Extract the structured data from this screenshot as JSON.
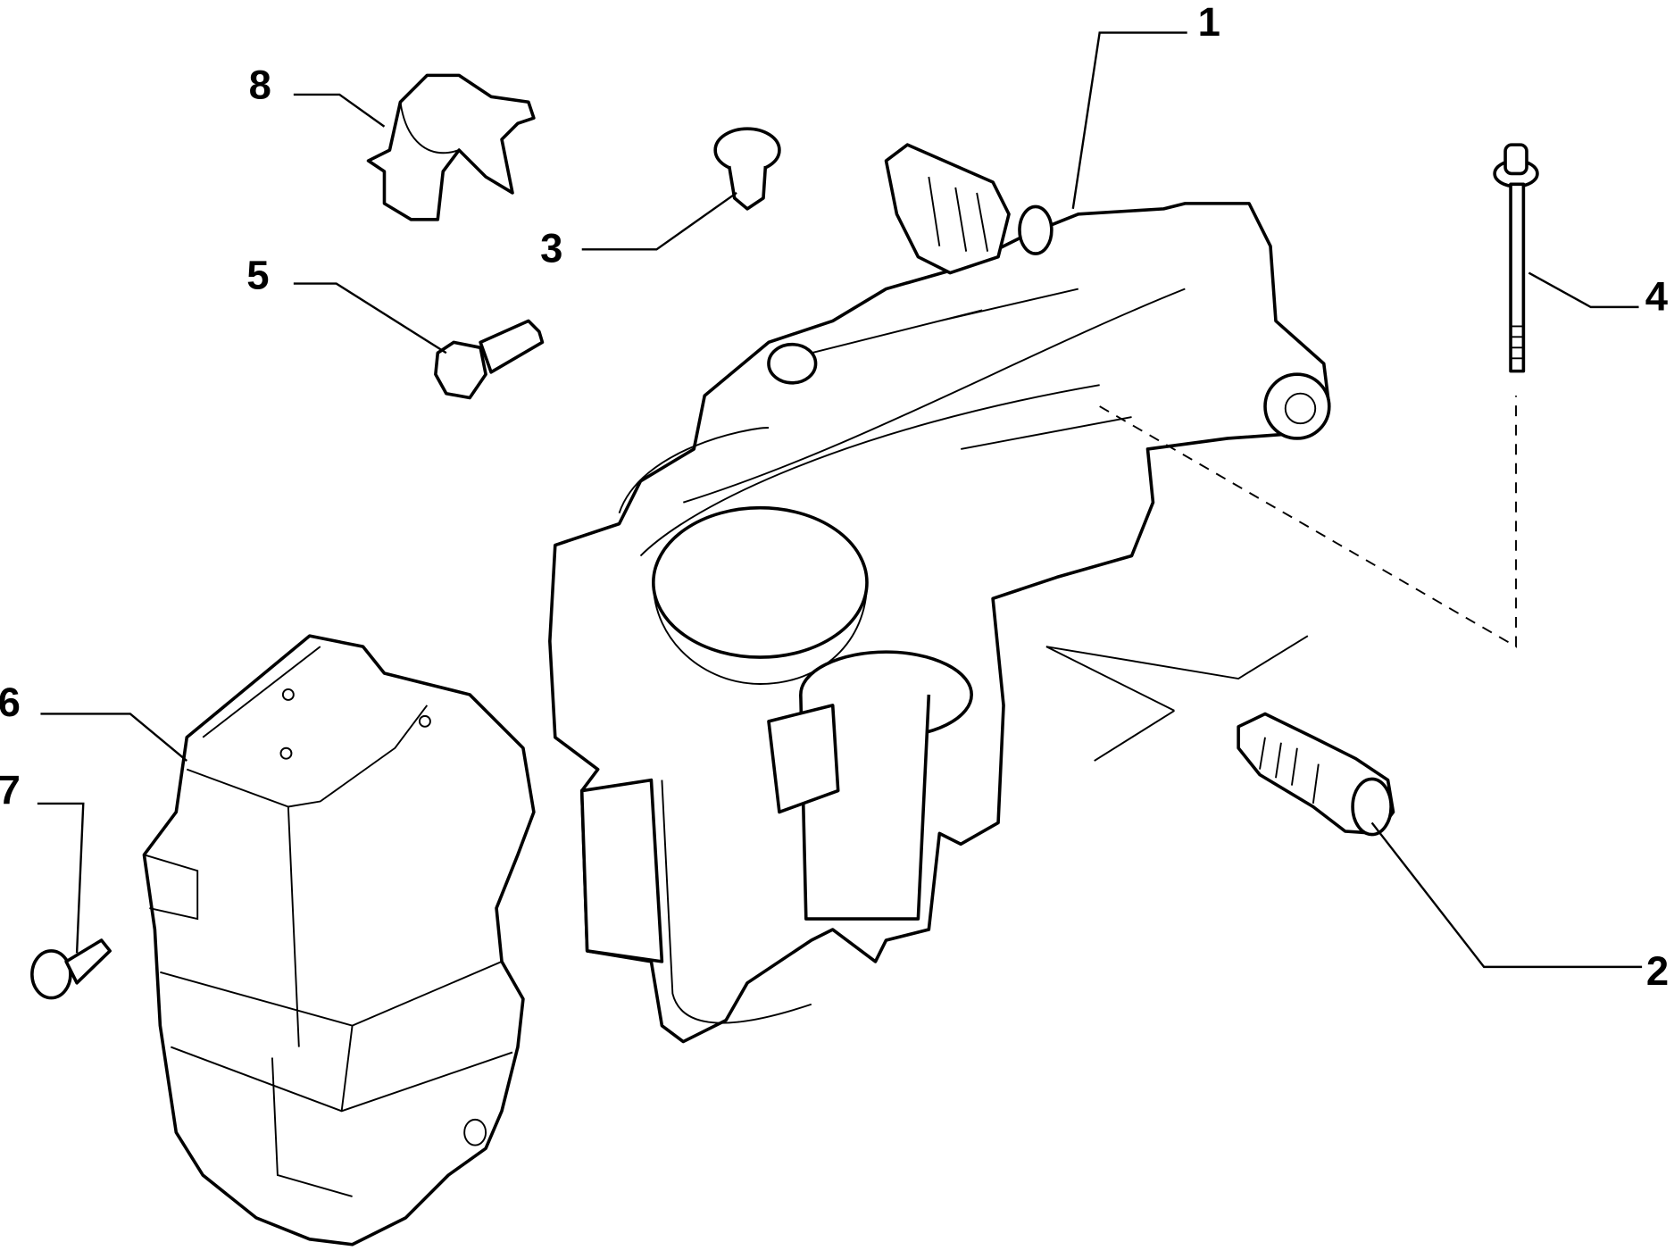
{
  "diagram": {
    "callouts": [
      {
        "number": "1",
        "part": "actuator-unit"
      },
      {
        "number": "2",
        "part": "pressure-sensor"
      },
      {
        "number": "3",
        "part": "push-clip"
      },
      {
        "number": "4",
        "part": "long-bolt"
      },
      {
        "number": "5",
        "part": "hex-bolt"
      },
      {
        "number": "6",
        "part": "heat-shield"
      },
      {
        "number": "7",
        "part": "flange-bolt"
      },
      {
        "number": "8",
        "part": "cable-clip"
      }
    ]
  }
}
